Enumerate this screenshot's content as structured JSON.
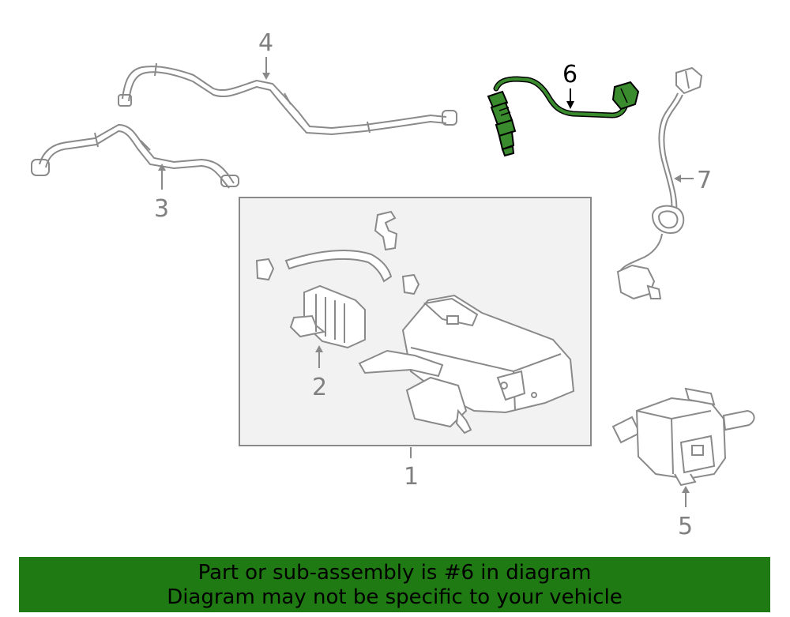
{
  "callouts": {
    "c1": "1",
    "c2": "2",
    "c3": "3",
    "c4": "4",
    "c5": "5",
    "c6": "6",
    "c7": "7"
  },
  "highlighted_part": "6",
  "colors": {
    "line_art": "#8a8a8a",
    "highlight_part": "#3a8a2e",
    "highlight_outline": "#000000",
    "banner_background": "#1f7a13",
    "banner_text": "#000000",
    "callout_text": "#808080",
    "highlight_callout_text": "#000000"
  },
  "banner": {
    "line1": "Part or sub-assembly is #6 in diagram",
    "line2": "Diagram may not be specific to your vehicle"
  }
}
